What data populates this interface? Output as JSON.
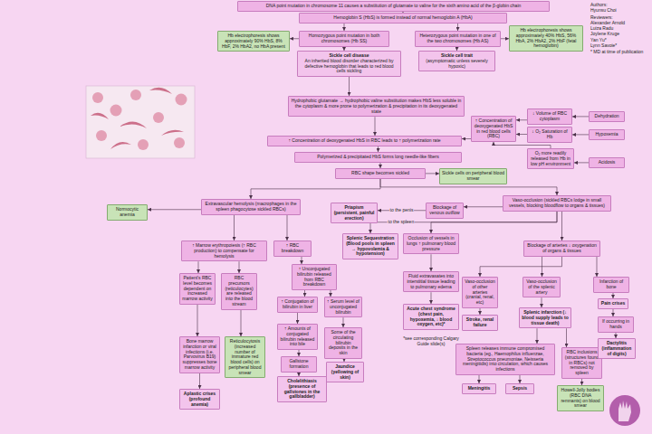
{
  "diagram": {
    "nodes": [
      {
        "text": [
          "DNA point mutation in chromosome 11 causes a substitution of glutamate to valine for the sixth amino acid of the β-globin chain"
        ]
      },
      {
        "text": [
          "Hemoglobin S (HbS) is formed instead of normal hemoglobin A (HbA)"
        ]
      },
      {
        "text": [
          "Homozygous point mutation in both chromosomes (Hb SS)"
        ]
      },
      {
        "text": [
          "Heterozygous point mutation in one of the two chromosomes (Hb AS)"
        ]
      },
      {
        "text": [
          "Hb electrophoresis shows approximately 90% HbS, 8% HbF, 2% HbA2, no HbA present"
        ]
      },
      {
        "text": [
          "Hb electrophoresis shows approximately 40% HbS, 56% HbA, 2% HbA2, 2% HbF (fetal hemoglobin)"
        ]
      },
      {
        "text": [
          "Sickle cell disease",
          "An inherited blood disorder characterized by defective hemoglobin that leads to red blood cells sickling"
        ]
      },
      {
        "text": [
          "Sickle cell trait",
          "(asymptomatic unless severely hypoxic)"
        ]
      },
      {
        "text": [
          "Hydrophobic glutamate → hydrophobic valine substitution makes HbS less soluble in the cytoplasm & more prone to polymerization & precipitation in its deoxygenated state"
        ]
      },
      {
        "text": [
          "↑ Concentration of deoxygenated HbS in red blood cells (RBC)"
        ]
      },
      {
        "text": [
          "Dehydration"
        ]
      },
      {
        "text": [
          "↓ Volume of RBC cytoplasm"
        ]
      },
      {
        "text": [
          "Hypoxemia"
        ]
      },
      {
        "text": [
          "↓ O₂ Saturation of Hb"
        ]
      },
      {
        "text": [
          "Acidosis"
        ]
      },
      {
        "text": [
          "O₂ more readily released from Hb in low pH environment"
        ]
      },
      {
        "text": [
          "↑ Concentration of deoxygenated HbS in RBC leads to ↑ polymerization rate"
        ]
      },
      {
        "text": [
          "Polymerized & precipitated HbS forms long needle-like fibers"
        ]
      },
      {
        "text": [
          "RBC shape becomes sickled"
        ]
      },
      {
        "text": [
          "Sickle cells on peripheral blood smear"
        ]
      },
      {
        "text": [
          "Extravascular hemolysis (macrophages in the spleen phagocytose sickled RBCs)"
        ]
      },
      {
        "text": [
          "Normocytic anemia"
        ]
      },
      {
        "text": [
          "Blockage of venous outflow"
        ]
      },
      {
        "text": [
          "Priapism (persistent, painful erection)"
        ]
      },
      {
        "text": [
          "Vaso-occlusion (sickled RBCs lodge in small vessels, blocking bloodflow to organs & tissues)"
        ]
      },
      {
        "text": [
          "↑ Marrow erythropoiesis (↑ RBC production) to compensate for hemolysis"
        ]
      },
      {
        "text": [
          "↑ RBC breakdown"
        ]
      },
      {
        "text": [
          "Occlusion of vessels in lungs ↑ pulmonary blood pressure"
        ]
      },
      {
        "text": [
          "Splenic Sequestration (Blood pools in spleen → hypovolemia & hypotension)"
        ]
      },
      {
        "text": [
          "Blockage of arteries ↓ oxygenation of organs & tissues"
        ]
      },
      {
        "text": [
          "Patient's RBC level becomes dependent on increased marrow activity"
        ]
      },
      {
        "text": [
          "RBC precursors (reticulocytes) are released into the blood stream"
        ]
      },
      {
        "text": [
          "↑ Unconjugated bilirubin released from RBC breakdown"
        ]
      },
      {
        "text": [
          "Fluid extravasates into interstitial tissue leading to pulmonary edema"
        ]
      },
      {
        "text": [
          "Vaso-occlusion of other arteries (cranial, renal, etc)"
        ]
      },
      {
        "text": [
          "Vaso-occlusion of the splenic artery"
        ]
      },
      {
        "text": [
          "Infarction of bone"
        ]
      },
      {
        "text": [
          "↑ Conjugation of bilirubin in liver"
        ]
      },
      {
        "text": [
          "↑ Serum level of unconjugated bilirubin"
        ]
      },
      {
        "text": [
          "Acute chest syndrome (chest pain, hypoxemia, ↓ blood oxygen, etc)*"
        ]
      },
      {
        "text": [
          "Stroke, renal failure"
        ]
      },
      {
        "text": [
          "Splenic infarction (↓ blood supply leads to tissue death)"
        ]
      },
      {
        "text": [
          "Pain crises"
        ]
      },
      {
        "text": [
          "Bone marrow infarction or viral infections (i.e. Parvovirus B19) suppresses bone marrow activity"
        ]
      },
      {
        "text": [
          "Reticulocytosis (increased number of immature red blood cells) on peripheral blood smear"
        ]
      },
      {
        "text": [
          "↑ Amounts of conjugated bilirubin released into bile"
        ]
      },
      {
        "text": [
          "Some of the circulating bilirubin deposits in the skin"
        ]
      },
      {
        "text": [
          "If occurring in hands"
        ]
      },
      {
        "text": [
          "Spleen releases immune compromised bacteria (eg., Haemophilus influenzae, Streptococcus pneumoniae, Neisseria meningitidis) into circulation, which causes infections"
        ]
      },
      {
        "text": [
          "RBC inclusions (structures found in RBCs) not removed by spleen"
        ]
      },
      {
        "text": [
          "Gallstone formation"
        ]
      },
      {
        "text": [
          "Jaundice (yellowing of skin)"
        ]
      },
      {
        "text": [
          "Dactylitis (inflammation of digits)"
        ]
      },
      {
        "text": [
          "Aplastic crises (profound anemia)"
        ]
      },
      {
        "text": [
          "Cholelithiasis (presence of gallstones in the gallbladder)"
        ]
      },
      {
        "text": [
          "Meningitis"
        ]
      },
      {
        "text": [
          "Sepsis"
        ]
      },
      {
        "text": [
          "Howell-Jolly bodies (RBC DNA remnants) on blood smear"
        ]
      }
    ],
    "edges": [
      {
        "from": 0,
        "to": 1,
        "arrow": "to"
      },
      {
        "from": 1,
        "to": 2,
        "arrow": "to"
      },
      {
        "from": 1,
        "to": 3,
        "arrow": "to"
      },
      {
        "from": 2,
        "to": 4,
        "arrow": "to"
      },
      {
        "from": 3,
        "to": 5,
        "arrow": "to"
      },
      {
        "from": 2,
        "to": 6,
        "arrow": "to"
      },
      {
        "from": 3,
        "to": 7,
        "arrow": "to"
      },
      {
        "from": 6,
        "to": 8,
        "arrow": "to"
      },
      {
        "from": 8,
        "to": 16,
        "arrow": "to"
      },
      {
        "from": 10,
        "to": 11,
        "arrow": "to"
      },
      {
        "from": 11,
        "to": 9,
        "arrow": "to"
      },
      {
        "from": 12,
        "to": 13,
        "arrow": "to"
      },
      {
        "from": 13,
        "to": 9,
        "arrow": "to"
      },
      {
        "from": 14,
        "to": 15,
        "arrow": "to"
      },
      {
        "from": 15,
        "to": 9,
        "arrow": "to"
      },
      {
        "from": 9,
        "to": 16,
        "arrow": "to"
      },
      {
        "from": 16,
        "to": 17,
        "arrow": "to"
      },
      {
        "from": 17,
        "to": 18,
        "arrow": "to"
      },
      {
        "from": 18,
        "to": 19,
        "arrow": "to"
      },
      {
        "from": 18,
        "to": 20,
        "arrow": "to"
      },
      {
        "from": 18,
        "to": 24,
        "arrow": "to"
      },
      {
        "from": 20,
        "to": 21,
        "arrow": "to"
      },
      {
        "from": 24,
        "to": 22,
        "arrow": "to"
      },
      {
        "from": 22,
        "to": 23,
        "label": "to the penis",
        "arrow": "to"
      },
      {
        "from": 24,
        "to": 27,
        "arrow": "to"
      },
      {
        "from": 24,
        "to": 28,
        "label": "to the spleen",
        "arrow": "to"
      },
      {
        "from": 24,
        "to": 29,
        "arrow": "to"
      },
      {
        "from": 27,
        "to": 33,
        "arrow": "to"
      },
      {
        "from": 33,
        "to": 39,
        "arrow": "to"
      },
      {
        "from": 29,
        "to": 34,
        "arrow": "to"
      },
      {
        "from": 29,
        "to": 35,
        "arrow": "to"
      },
      {
        "from": 29,
        "to": 36,
        "arrow": "to"
      },
      {
        "from": 34,
        "to": 40,
        "arrow": "to"
      },
      {
        "from": 35,
        "to": 41,
        "arrow": "to"
      },
      {
        "from": 41,
        "to": 48,
        "arrow": "to"
      },
      {
        "from": 41,
        "to": 49,
        "arrow": "to"
      },
      {
        "from": 48,
        "to": 55,
        "arrow": "to"
      },
      {
        "from": 48,
        "to": 56,
        "arrow": "to"
      },
      {
        "from": 49,
        "to": 57,
        "arrow": "to"
      },
      {
        "from": 36,
        "to": 42,
        "arrow": "to"
      },
      {
        "from": 42,
        "to": 47,
        "arrow": "to"
      },
      {
        "from": 47,
        "to": 52,
        "arrow": "to"
      },
      {
        "from": 20,
        "to": 25,
        "arrow": "to"
      },
      {
        "from": 20,
        "to": 26,
        "arrow": "to"
      },
      {
        "from": 25,
        "to": 30,
        "arrow": "to"
      },
      {
        "from": 25,
        "to": 31,
        "arrow": "to"
      },
      {
        "from": 30,
        "to": 43,
        "arrow": "to"
      },
      {
        "from": 43,
        "to": 53,
        "arrow": "to"
      },
      {
        "from": 31,
        "to": 44,
        "arrow": "to"
      },
      {
        "from": 26,
        "to": 32,
        "arrow": "to"
      },
      {
        "from": 32,
        "to": 37,
        "arrow": "to"
      },
      {
        "from": 32,
        "to": 38,
        "arrow": "to"
      },
      {
        "from": 37,
        "to": 45,
        "arrow": "to"
      },
      {
        "from": 45,
        "to": 50,
        "arrow": "to"
      },
      {
        "from": 50,
        "to": 54,
        "arrow": "to"
      },
      {
        "from": 38,
        "to": 46,
        "arrow": "to"
      },
      {
        "from": 46,
        "to": 51,
        "arrow": "to"
      }
    ],
    "labels": [
      "Authors:",
      "Hyunsu Choi",
      "Reviewers:",
      "Alexander Arnold",
      "Luiza Radu",
      "Joylene Kruge",
      "Yan Yu*",
      "Lynn Savoie*",
      "* MD at time of publication",
      "*see corresponding Calgary Guide slide(s)"
    ]
  }
}
